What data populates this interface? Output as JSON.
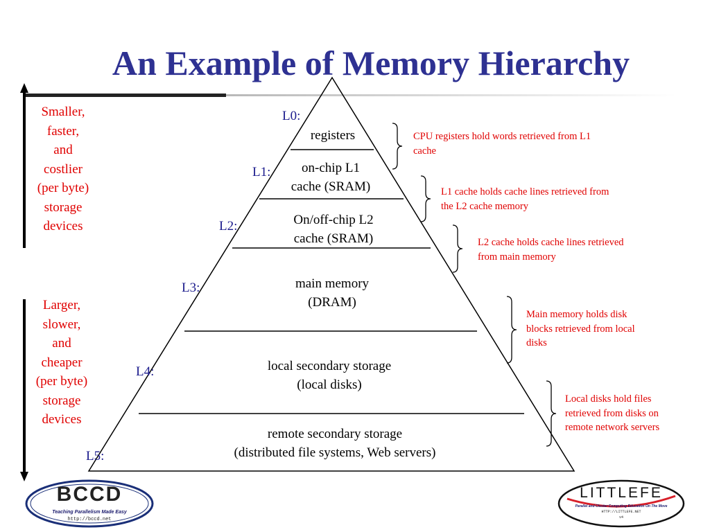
{
  "title": "An Example of Memory Hierarchy",
  "side_top": [
    "Smaller,",
    "faster,",
    "and",
    "costlier",
    "(per byte)",
    "storage",
    "devices"
  ],
  "side_bottom": [
    "Larger,",
    "slower,",
    "and",
    "cheaper",
    "(per byte)",
    "storage",
    "devices"
  ],
  "levels": [
    "L0:",
    "L1:",
    "L2:",
    "L3:",
    "L4:",
    "L5:"
  ],
  "tiers": [
    [
      "registers"
    ],
    [
      "on-chip L1",
      "cache (SRAM)"
    ],
    [
      "On/off-chip L2",
      "cache (SRAM)"
    ],
    [
      "main memory",
      "(DRAM)"
    ],
    [
      "local secondary storage",
      "(local disks)"
    ],
    [
      "remote secondary storage",
      "(distributed file systems, Web servers)"
    ]
  ],
  "notes": [
    [
      "CPU registers hold words retrieved from L1",
      "cache"
    ],
    [
      "L1 cache holds cache lines retrieved from",
      "the L2 cache memory"
    ],
    [
      "L2 cache holds cache lines retrieved",
      "from main memory"
    ],
    [
      "Main memory holds disk",
      "blocks retrieved from local",
      "disks"
    ],
    [
      "Local disks hold files",
      "retrieved from disks on",
      "remote network servers"
    ]
  ],
  "logos": {
    "bccd": {
      "main": "BCCD",
      "tagline": "Teaching Parallelism Made Easy",
      "url": "http://bccd.net"
    },
    "littlefe": {
      "main": "LITTLEFE",
      "tagline": "Parallel and Cluster Computing Education On The Move",
      "url": "HTTP://LITTLEFE.NET",
      "version": "v4"
    }
  },
  "colors": {
    "title": "#2e3192",
    "annotation_red": "#e00000",
    "level_blue": "#1a1a8c",
    "rule_gray": "#c8c8c8",
    "logo_oval_blue": "#1a2f78",
    "logo_swoosh_red": "#d8202a"
  }
}
